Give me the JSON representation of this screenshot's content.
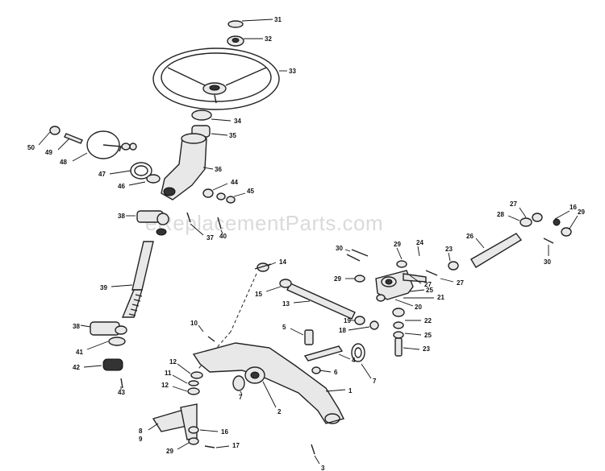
{
  "watermark": "eReplacementParts.com",
  "colors": {
    "line": "#222222",
    "background": "#ffffff",
    "watermark": "#969696"
  },
  "callouts": [
    "31",
    "32",
    "33",
    "34",
    "35",
    "36",
    "44",
    "45",
    "50",
    "49",
    "48",
    "47",
    "46",
    "38",
    "37",
    "40",
    "39",
    "38",
    "41",
    "42",
    "43",
    "10",
    "12",
    "11",
    "12",
    "8",
    "9",
    "29",
    "16",
    "17",
    "7",
    "2",
    "3",
    "1",
    "5",
    "6",
    "4",
    "7",
    "14",
    "15",
    "13",
    "19",
    "18",
    "30",
    "29",
    "24",
    "29",
    "20",
    "21",
    "22",
    "25",
    "23",
    "25",
    "23",
    "27",
    "26",
    "28",
    "27",
    "16",
    "29",
    "30",
    "27"
  ]
}
